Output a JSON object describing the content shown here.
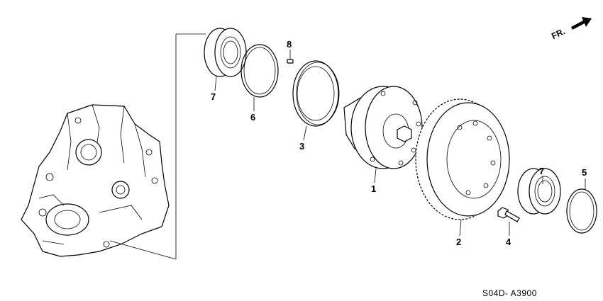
{
  "diagram": {
    "callouts": [
      {
        "id": "p7a",
        "label": "7"
      },
      {
        "id": "p6",
        "label": "6"
      },
      {
        "id": "p8",
        "label": "8"
      },
      {
        "id": "p3",
        "label": "3"
      },
      {
        "id": "p1",
        "label": "1"
      },
      {
        "id": "p2",
        "label": "2"
      },
      {
        "id": "p7b",
        "label": "7"
      },
      {
        "id": "p4",
        "label": "4"
      },
      {
        "id": "p5",
        "label": "5"
      }
    ],
    "direction_label": "FR.",
    "diagram_code": "S04D- A3900"
  }
}
